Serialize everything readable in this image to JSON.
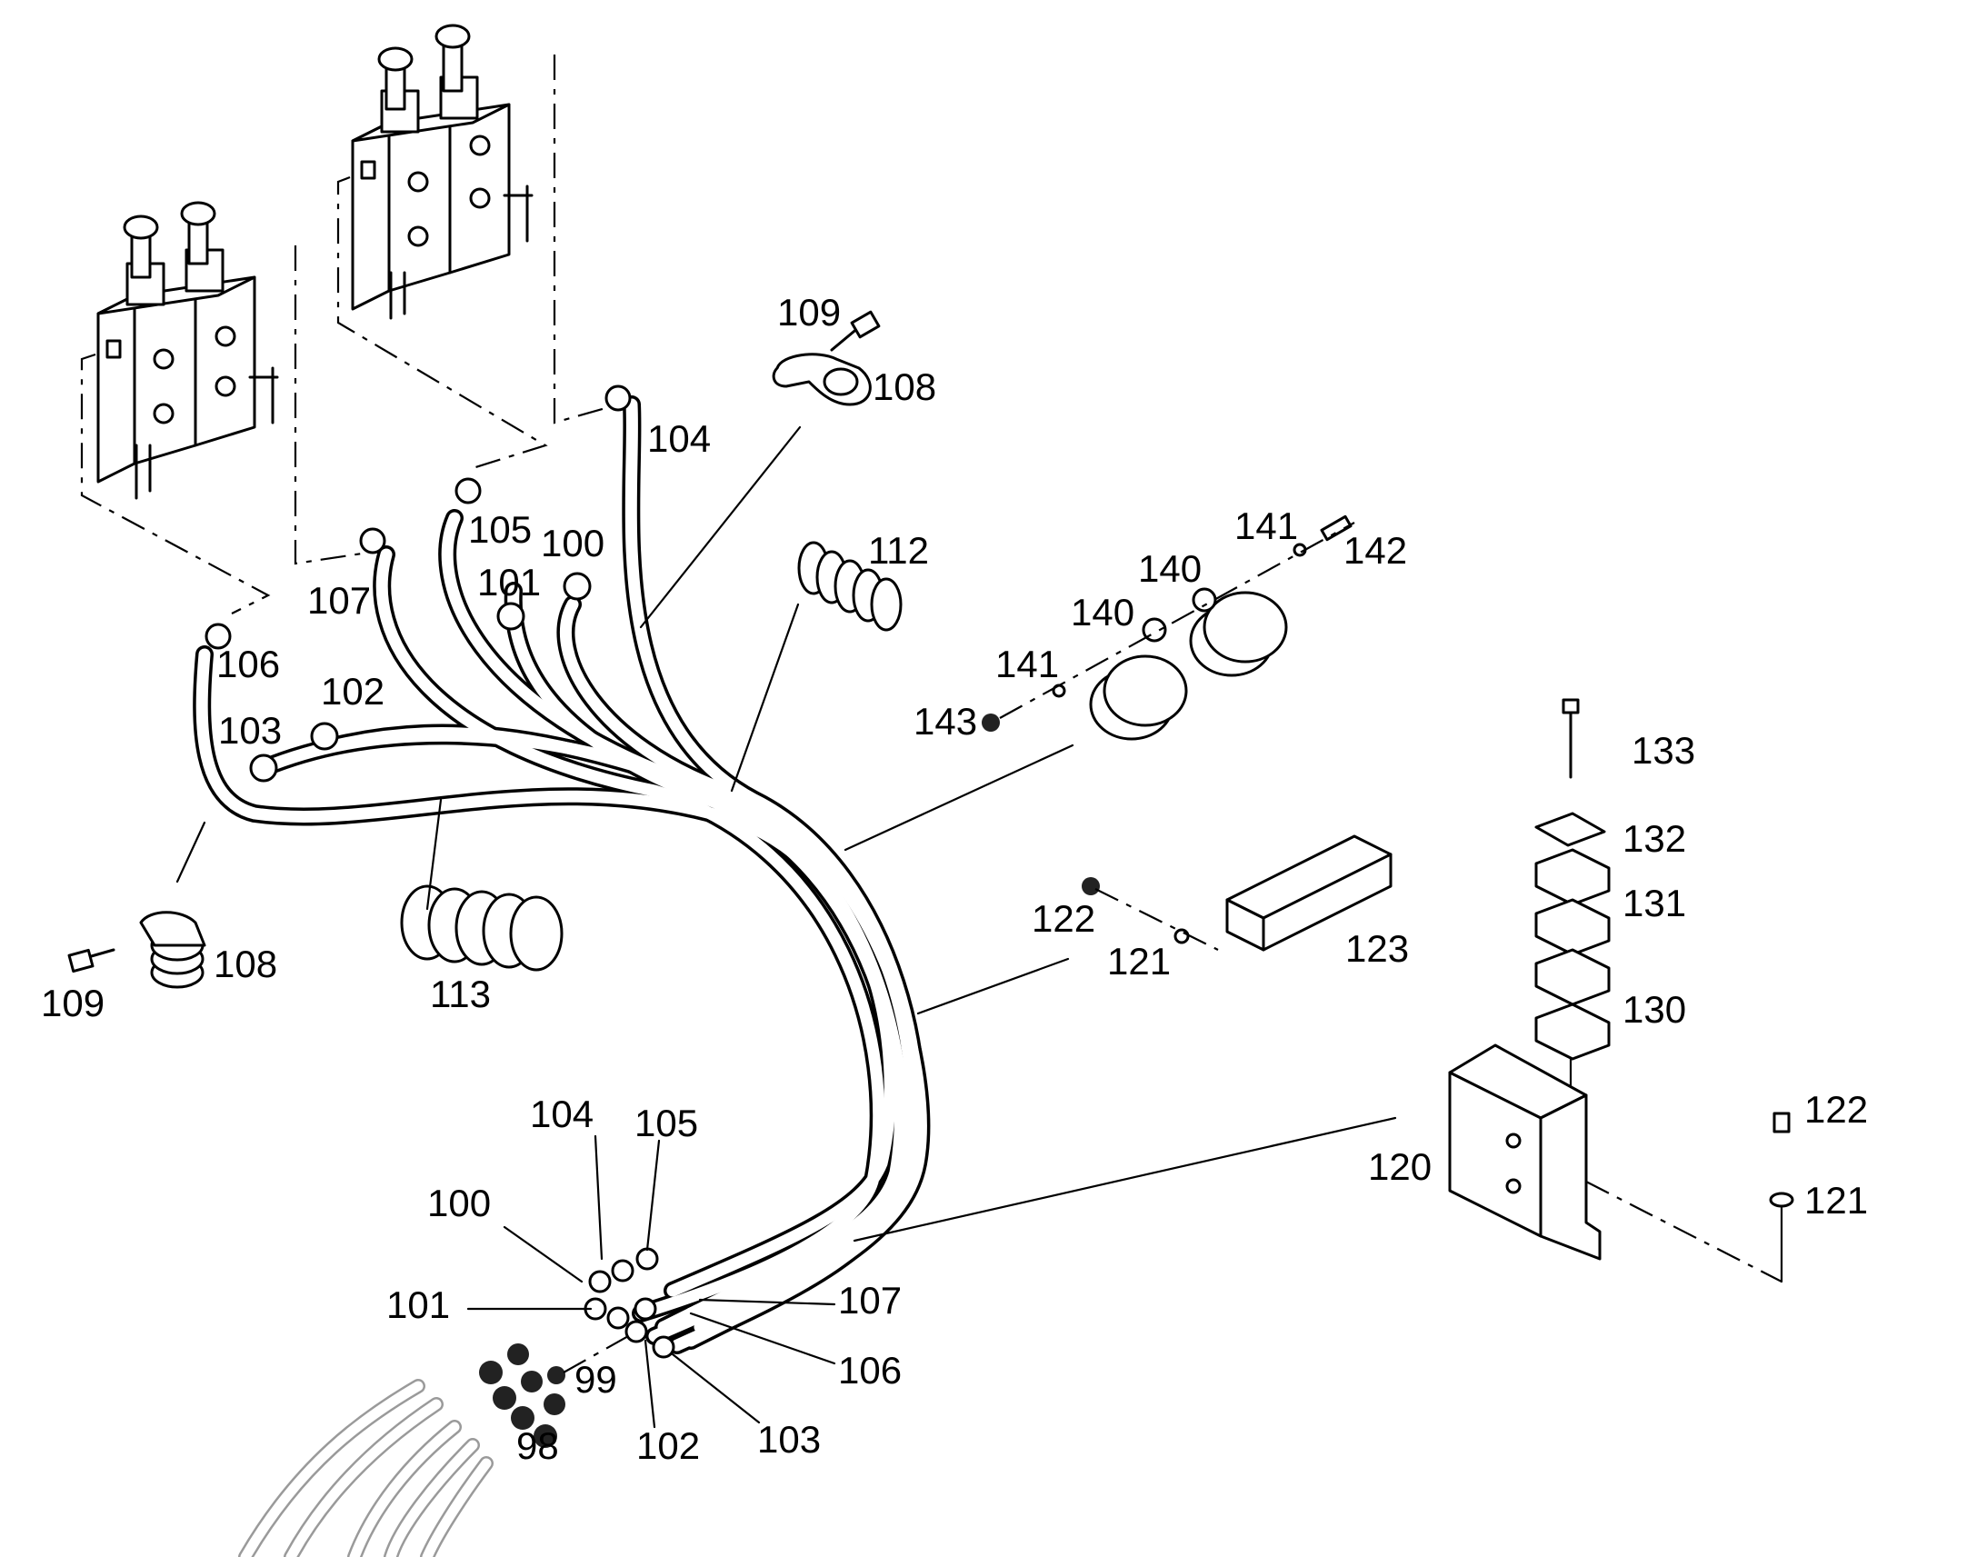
{
  "labels": {
    "l98": "98",
    "l99": "99",
    "l100_top": "100",
    "l100_bot": "100",
    "l101_top": "101",
    "l101_bot": "101",
    "l102_top": "102",
    "l102_bot": "102",
    "l103_top": "103",
    "l103_bot": "103",
    "l104_top": "104",
    "l104_bot": "104",
    "l105_top": "105",
    "l105_bot": "105",
    "l106_top": "106",
    "l106_bot": "106",
    "l107_top": "107",
    "l107_bot": "107",
    "l108_top": "108",
    "l108_left": "108",
    "l109_top": "109",
    "l109_left": "109",
    "l112": "112",
    "l113": "113",
    "l120": "120",
    "l121_mid": "121",
    "l121_right": "121",
    "l122_mid": "122",
    "l122_right": "122",
    "l123": "123",
    "l130": "130",
    "l131": "131",
    "l132": "132",
    "l133": "133",
    "l140_a": "140",
    "l140_b": "140",
    "l141_a": "141",
    "l141_b": "141",
    "l142": "142",
    "l143": "143"
  }
}
